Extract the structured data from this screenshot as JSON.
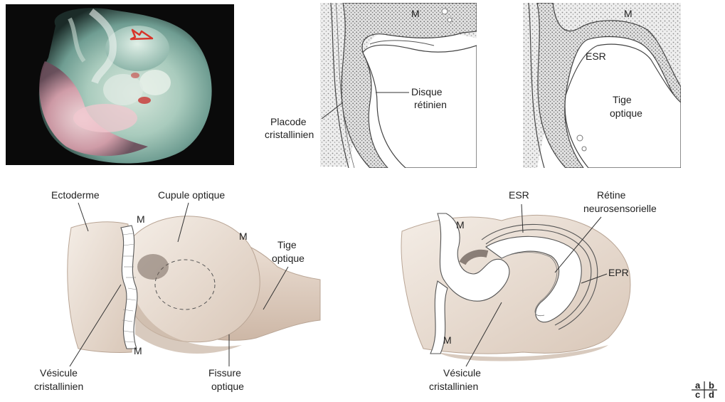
{
  "panel_b": {
    "m_label": "M",
    "disque": "Disque",
    "retinien": "rétinien",
    "placode": "Placode",
    "cristallinien": "cristallinien"
  },
  "panel_b2": {
    "m_label": "M",
    "esr": "ESR",
    "tige": "Tige",
    "optique": "optique"
  },
  "panel_c": {
    "ectoderme": "Ectoderme",
    "cupule": "Cupule optique",
    "m_top": "M",
    "m_right": "M",
    "m_bottom": "M",
    "tige": "Tige",
    "tige_optique": "optique",
    "vesicule": "Vésicule",
    "cristallinien": "cristallinien",
    "fissure": "Fissure",
    "fissure_optique": "optique"
  },
  "panel_d": {
    "esr": "ESR",
    "retine": "Rétine",
    "neurosensorielle": "neurosensorielle",
    "epr": "EPR",
    "m_top": "M",
    "m_bottom": "M",
    "vesicule": "Vésicule",
    "cristallinien": "cristallinien"
  },
  "key": {
    "a": "a",
    "b": "b",
    "c": "c",
    "d": "d"
  }
}
